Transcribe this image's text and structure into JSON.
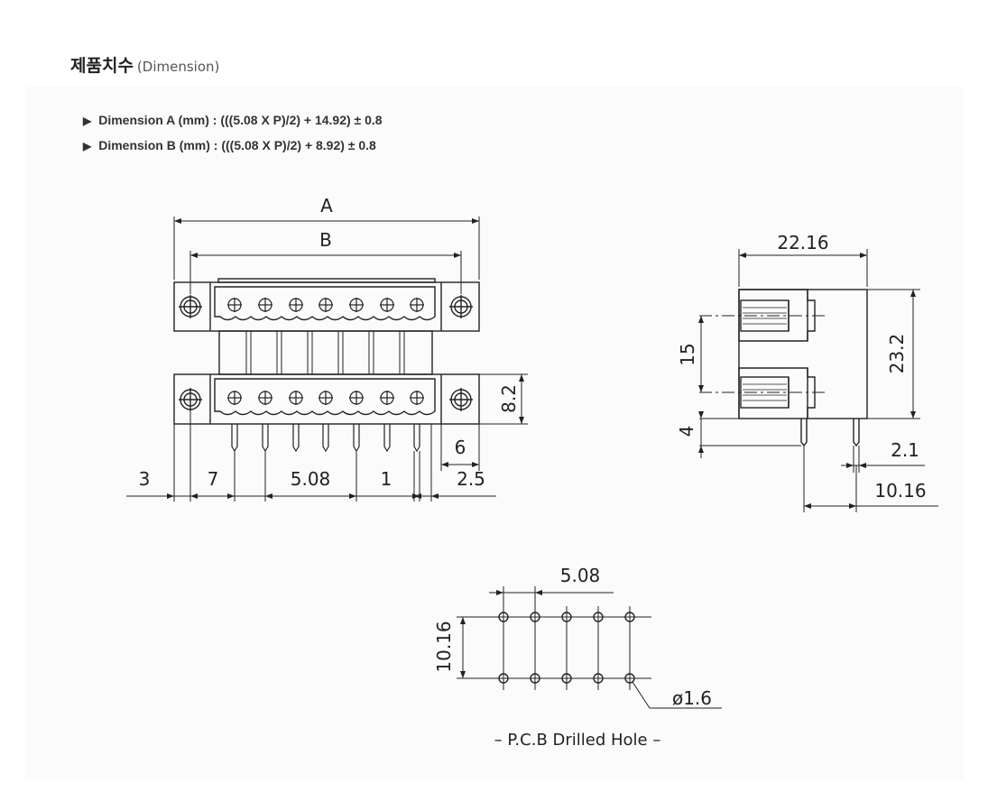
{
  "header": {
    "title_ko": "제품치수",
    "title_en": "(Dimension)"
  },
  "formulas": [
    {
      "label": "Dimension A (mm) :",
      "expr": "(((5.08 X P)/2) + 14.92) ± 0.8"
    },
    {
      "label": "Dimension B (mm) :",
      "expr": "(((5.08 X P)/2) + 8.92) ± 0.8"
    }
  ],
  "front_view": {
    "A": "A",
    "B": "B",
    "h_8_2": "8.2",
    "d_6": "6",
    "d_3": "3",
    "d_7": "7",
    "d_5_08": "5.08",
    "d_1": "1",
    "d_2_5": "2.5"
  },
  "side_view": {
    "d_22_16": "22.16",
    "d_15": "15",
    "d_23_2": "23.2",
    "d_4": "4",
    "d_2_1": "2.1",
    "d_10_16": "10.16"
  },
  "pcb": {
    "pitch": "5.08",
    "row_gap": "10.16",
    "hole": "ø1.6",
    "caption": "– P.C.B Drilled Hole –"
  }
}
